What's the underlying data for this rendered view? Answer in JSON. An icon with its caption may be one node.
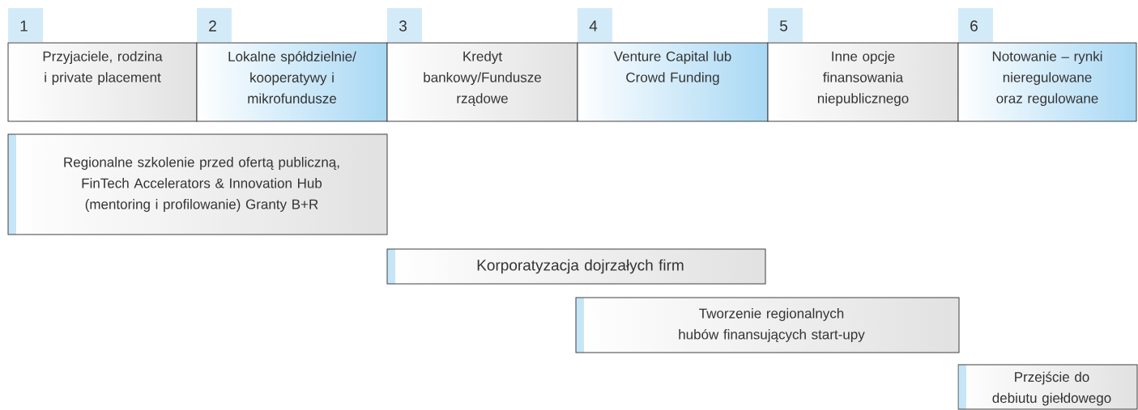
{
  "diagram": {
    "nodes": [
      {
        "text": [
          "1"
        ]
      },
      {
        "text": [
          "2"
        ]
      },
      {
        "text": [
          "3"
        ]
      },
      {
        "text": [
          "4"
        ]
      },
      {
        "text": [
          "5"
        ]
      },
      {
        "text": [
          "6"
        ]
      },
      {
        "text": [
          "Przyjaciele, rodzina i private placement"
        ]
      },
      {
        "text": [
          "Lokalne spółdzielnie/ kooperatywy i mikrofundusze"
        ]
      },
      {
        "text": [
          "Kredyt bankowy/Fundusze rządowe"
        ]
      },
      {
        "text": [
          "Venture Capital lub Crowd Funding"
        ]
      },
      {
        "text": [
          "Inne opcje finansowania niepublicznego"
        ]
      },
      {
        "text": [
          "Notowanie – rynki nieregulowane oraz regulowane"
        ]
      },
      {
        "text": [
          "Regionalne szkolenie przed ofertą publiczną, FinTech Accelerators & Innovation Hub (mentoring i profilowanie) Granty B+R"
        ]
      },
      {
        "text": [
          "Korporatyzacja dojrzałych firm"
        ]
      },
      {
        "text": [
          "Tworzenie regionalnych hubów finansujących start-upy"
        ]
      },
      {
        "text": [
          "Przejście do debiutu giełdowego"
        ]
      }
    ]
  }
}
